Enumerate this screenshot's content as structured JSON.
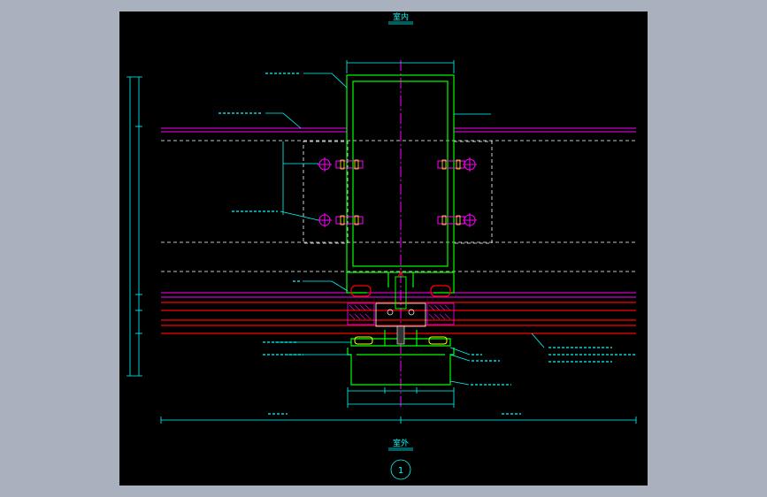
{
  "titles": {
    "top": "室内",
    "bottom": "室外",
    "detail_number": "1"
  },
  "colors": {
    "background": "#a9b1be",
    "canvas": "#000000",
    "mullion": "#00ff00",
    "centerline": "#ff00ff",
    "panel_line": "#ff00ff",
    "glass_line": "#ff0000",
    "dimension": "#00ffff",
    "leader": "#00ffff",
    "bolt": "#ff00ff",
    "hatch": "#ff00ff",
    "dashed": "#ffffff",
    "title_text": "#00ffff"
  },
  "icons": {
    "detail_marker": "circle-marker-icon",
    "bolt": "bolt-symbol-icon"
  }
}
